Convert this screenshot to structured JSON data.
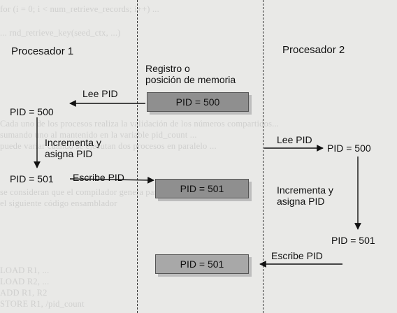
{
  "processor_1": {
    "title": "Procesador 1",
    "read_label": "Lee PID",
    "value_before": "PID = 500",
    "increment_label_l1": "Incrementa y",
    "increment_label_l2": "asigna PID",
    "value_after": "PID = 501",
    "write_label": "Escribe  PID"
  },
  "memory": {
    "caption_l1": "Registro o",
    "caption_l2": "posición de memoria",
    "box_initial": "PID = 500",
    "box_after_p1": "PID = 501",
    "box_after_p2": "PID = 501"
  },
  "processor_2": {
    "title": "Procesador 2",
    "read_label": "Lee PID",
    "value_before": "PID = 500",
    "increment_label_l1": "Incrementa y",
    "increment_label_l2": "asigna PID",
    "value_after": "PID = 501",
    "write_label": "Escribe  PID"
  },
  "colors": {
    "box_fill": "#8f8f8f",
    "line": "#222222",
    "background": "#e9e9e7"
  }
}
